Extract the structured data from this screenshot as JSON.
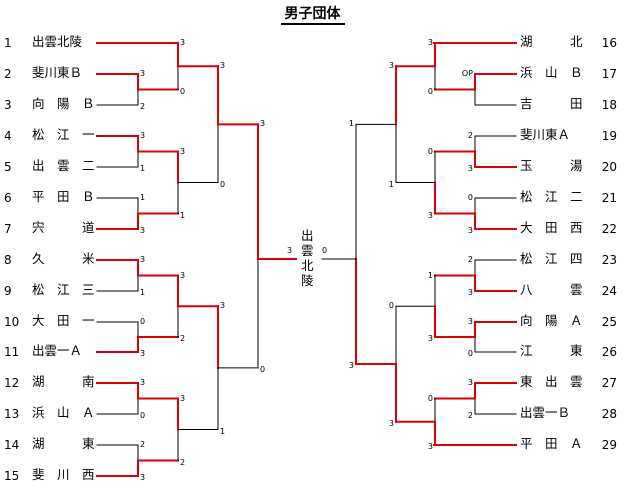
{
  "title": "男子団体",
  "champion": {
    "chars": [
      "出",
      "雲",
      "北",
      "陵"
    ],
    "score_left": "3",
    "score_right": "0"
  },
  "colors": {
    "win": "#dd0000",
    "lose": "#000000"
  },
  "left_teams": [
    {
      "num": "1",
      "name": "出雲北陵"
    },
    {
      "num": "2",
      "name": "斐川東Ｂ"
    },
    {
      "num": "3",
      "name": "向　陽　Ｂ"
    },
    {
      "num": "4",
      "name": "松　江　一"
    },
    {
      "num": "5",
      "name": "出　雲　二"
    },
    {
      "num": "6",
      "name": "平　田　Ｂ"
    },
    {
      "num": "7",
      "name": "宍　　　道"
    },
    {
      "num": "8",
      "name": "久　　　米"
    },
    {
      "num": "9",
      "name": "松　江　三"
    },
    {
      "num": "10",
      "name": "大　田　一"
    },
    {
      "num": "11",
      "name": "出雲一Ａ"
    },
    {
      "num": "12",
      "name": "湖　　　南"
    },
    {
      "num": "13",
      "name": "浜　山　Ａ"
    },
    {
      "num": "14",
      "name": "湖　　　東"
    },
    {
      "num": "15",
      "name": "斐　川　西"
    }
  ],
  "right_teams": [
    {
      "num": "16",
      "name": "湖　　　北"
    },
    {
      "num": "17",
      "name": "浜　山　Ｂ"
    },
    {
      "num": "18",
      "name": "吉　　　田"
    },
    {
      "num": "19",
      "name": "斐川東Ａ"
    },
    {
      "num": "20",
      "name": "玉　　　湯"
    },
    {
      "num": "21",
      "name": "松　江　二"
    },
    {
      "num": "22",
      "name": "大　田　西"
    },
    {
      "num": "23",
      "name": "松　江　四"
    },
    {
      "num": "24",
      "name": "八　　　雲"
    },
    {
      "num": "25",
      "name": "向　陽　Ａ"
    },
    {
      "num": "26",
      "name": "江　　　東"
    },
    {
      "num": "27",
      "name": "東　出　雲"
    },
    {
      "num": "28",
      "name": "出雲一Ｂ"
    },
    {
      "num": "29",
      "name": "平　田　Ａ"
    }
  ],
  "left_scores": {
    "r1": [
      {
        "top": "3",
        "bottom": "2"
      },
      {
        "top": "3",
        "bottom": "1"
      },
      {
        "top": "1",
        "bottom": "3"
      },
      {
        "top": "3",
        "bottom": "1"
      },
      {
        "top": "0",
        "bottom": "3"
      },
      {
        "top": "3",
        "bottom": "0"
      },
      {
        "top": "2",
        "bottom": "3"
      }
    ],
    "r2": [
      {
        "top": "3",
        "bottom": "0"
      },
      {
        "top": "3",
        "bottom": "1"
      },
      {
        "top": "3",
        "bottom": "2"
      },
      {
        "top": "3",
        "bottom": "2"
      }
    ],
    "r3": [
      {
        "top": "3",
        "bottom": "0"
      },
      {
        "top": "3",
        "bottom": "1"
      }
    ],
    "r4": {
      "top": "3",
      "bottom": "0"
    }
  },
  "right_scores": {
    "r1": [
      {
        "top": "OP",
        "bottom": ""
      },
      {
        "top": "2",
        "bottom": "3"
      },
      {
        "top": "0",
        "bottom": "3"
      },
      {
        "top": "2",
        "bottom": "3"
      },
      {
        "top": "3",
        "bottom": "0"
      },
      {
        "top": "3",
        "bottom": "2"
      }
    ],
    "r2": [
      {
        "top": "3",
        "bottom": "0"
      },
      {
        "top": "0",
        "bottom": "3"
      },
      {
        "top": "1",
        "bottom": "3"
      },
      {
        "top": "0",
        "bottom": "3"
      }
    ],
    "r3": [
      {
        "top": "3",
        "bottom": "1"
      },
      {
        "top": "0",
        "bottom": "3"
      }
    ],
    "r4": {
      "top": "1",
      "bottom": "3"
    }
  }
}
